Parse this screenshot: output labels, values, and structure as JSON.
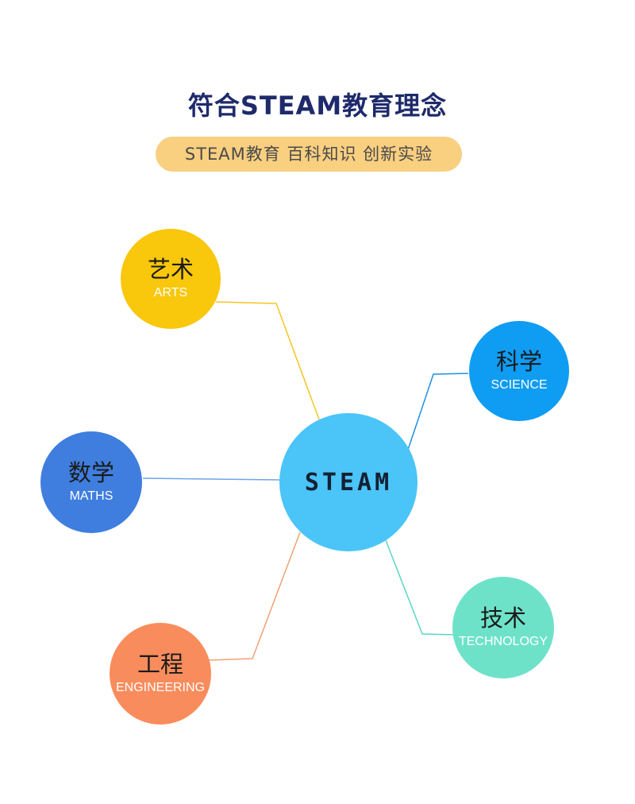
{
  "header": {
    "title": "符合STEAM教育理念",
    "subtitle": "STEAM教育 百科知识 创新实验"
  },
  "hub": {
    "label": "STEAM",
    "color": "#4bc4f8"
  },
  "nodes": [
    {
      "key": "arts",
      "cn": "艺术",
      "en": "ARTS",
      "color": "#f9c70c",
      "line_color": "#f6c522"
    },
    {
      "key": "science",
      "cn": "科学",
      "en": "SCIENCE",
      "color": "#0f9cf3",
      "line_color": "#1e8fe6"
    },
    {
      "key": "maths",
      "cn": "数学",
      "en": "MATHS",
      "color": "#3f7ede",
      "line_color": "#6fa4e8"
    },
    {
      "key": "engineering",
      "cn": "工程",
      "en": "ENGINEERING",
      "color": "#f98c5c",
      "line_color": "#f0a274"
    },
    {
      "key": "technology",
      "cn": "技术",
      "en": "TECHNOLOGY",
      "color": "#6ee2c9",
      "line_color": "#5cd6c4"
    }
  ]
}
